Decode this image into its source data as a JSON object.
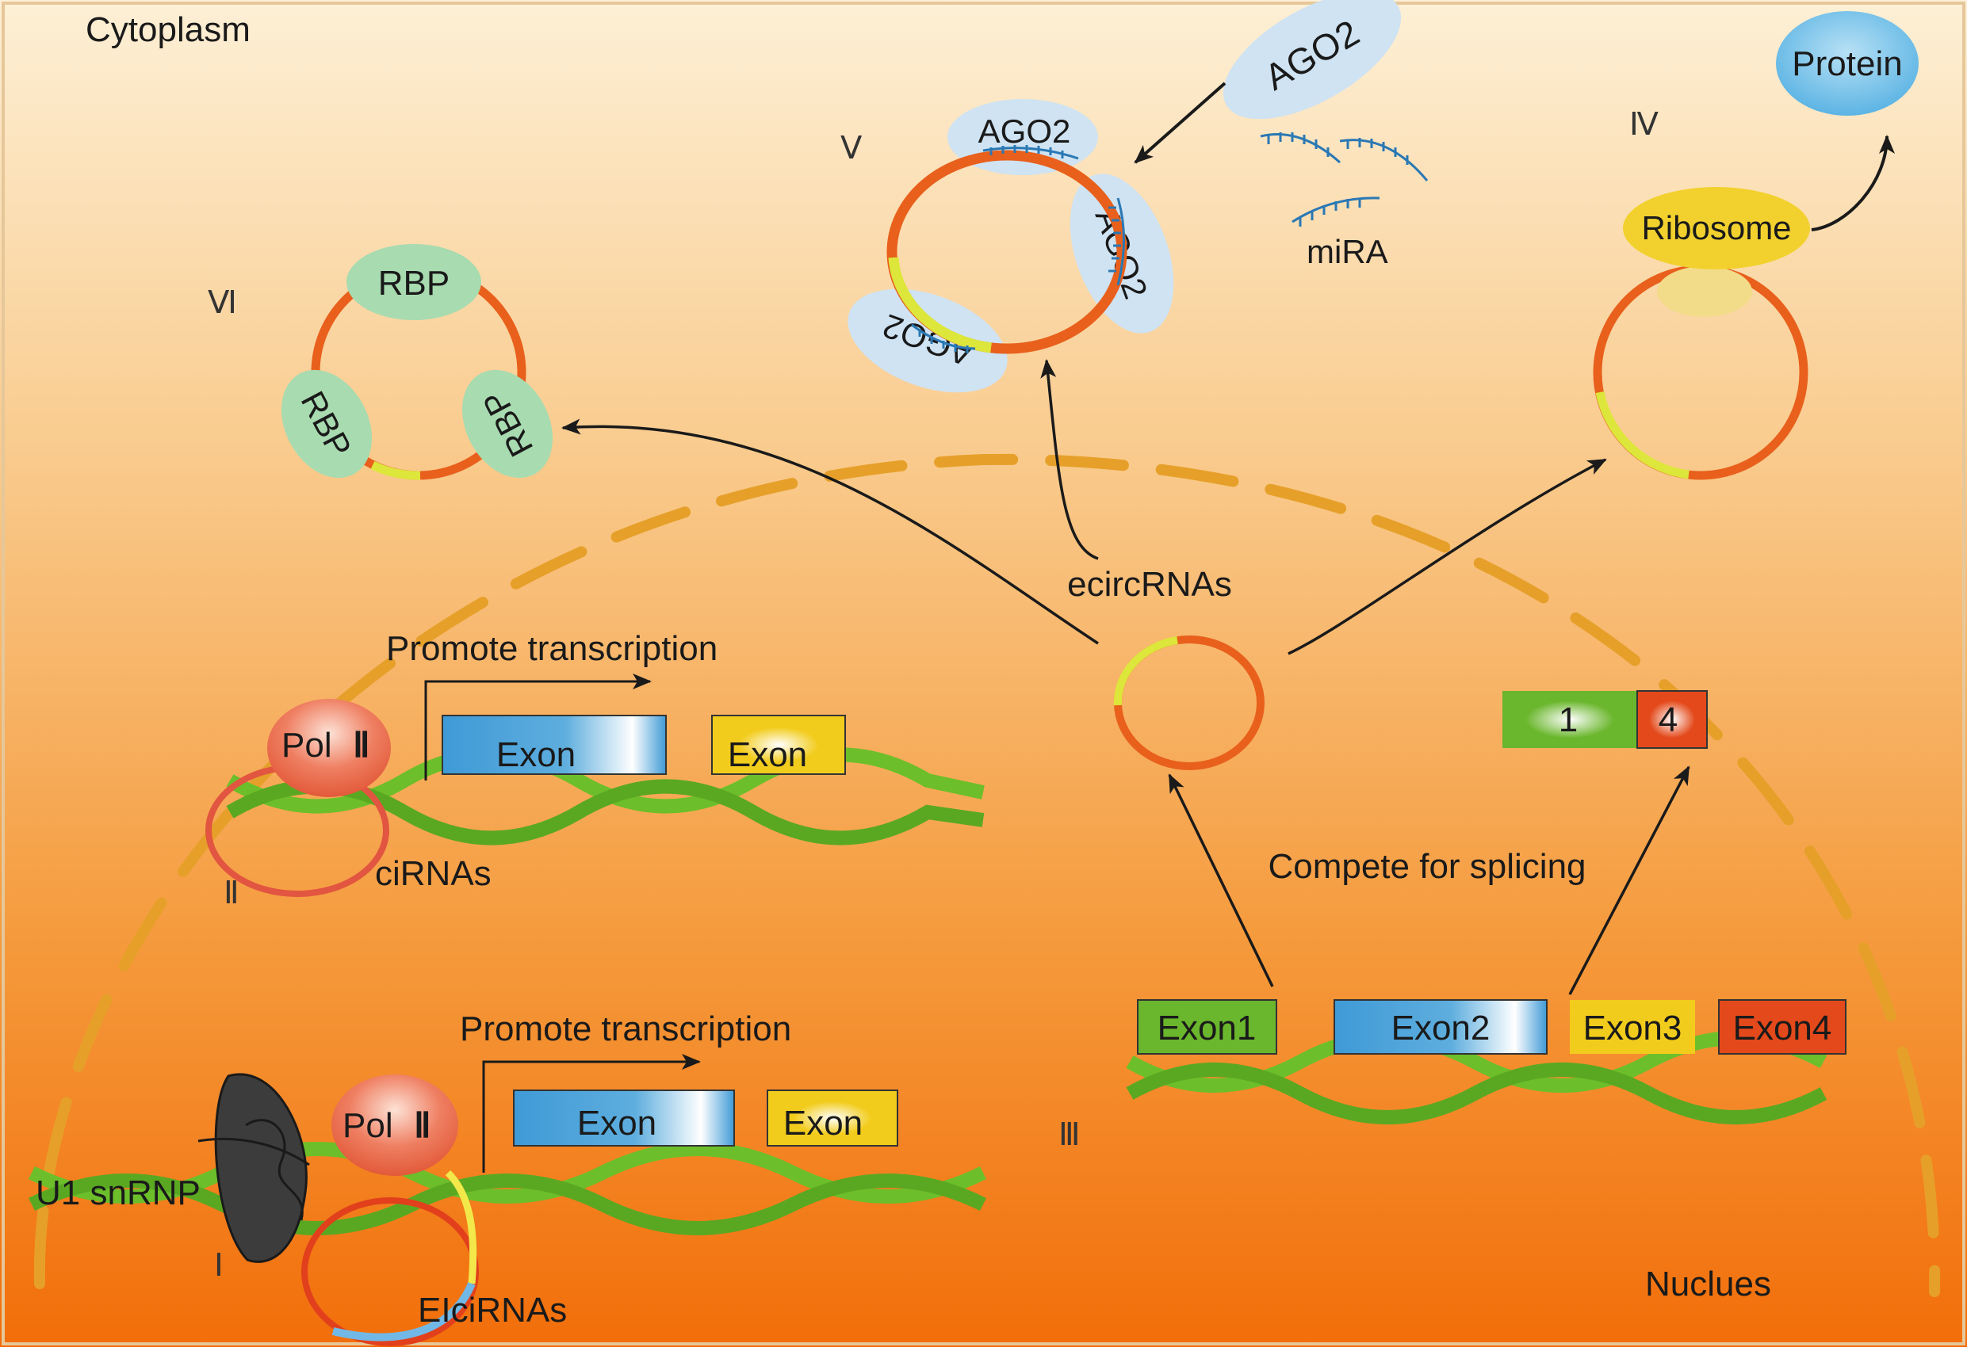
{
  "labels": {
    "cytoplasm": "Cytoplasm",
    "nucleus": "Nuclues",
    "roman_1": "Ⅰ",
    "roman_2": "Ⅱ",
    "roman_3": "Ⅲ",
    "roman_4": "Ⅳ",
    "roman_5": "Ⅴ",
    "roman_6": "Ⅵ"
  },
  "panel_1": {
    "u1": "U1 snRNP",
    "pol": "Pol",
    "pol_numeral": "Ⅱ",
    "promote": "Promote transcription",
    "exon_a": "Exon",
    "exon_b": "Exon",
    "product": "EIciRNAs"
  },
  "panel_2": {
    "pol": "Pol",
    "pol_numeral": "Ⅱ",
    "promote": "Promote transcription",
    "exon_a": "Exon",
    "exon_b": "Exon",
    "product": "ciRNAs"
  },
  "panel_3": {
    "exons": [
      "Exon1",
      "Exon2",
      "Exon3",
      "Exon4"
    ],
    "compete": "Compete for splicing",
    "ecirc": "ecircRNAs",
    "linear_1": "1",
    "linear_4": "4"
  },
  "panel_4": {
    "ribosome": "Ribosome",
    "protein": "Protein"
  },
  "panel_5": {
    "ago_top": "AGO2",
    "ago_right": "AGO2",
    "ago_left": "AGO2",
    "ago_free": "AGO2",
    "mirna": "miRA"
  },
  "panel_6": {
    "rbp_top": "RBP",
    "rbp_left": "RBP",
    "rbp_right": "RBP"
  },
  "colors": {
    "circ_orange": "#e8601c",
    "circ_yellow": "#dde63a",
    "dna_green": "#6cbf2a",
    "exon_blue": "#3f9ad6",
    "exon_yellow": "#f2cc1c",
    "exon_green": "#6ab62c",
    "exon_red": "#e3491a",
    "ago_blue": "#cfe3f2",
    "rbp_green": "#a8dbb0",
    "ribosome_yellow": "#f2d12e",
    "protein_blue": "#7ec4ea",
    "membrane": "#e6a02a"
  }
}
